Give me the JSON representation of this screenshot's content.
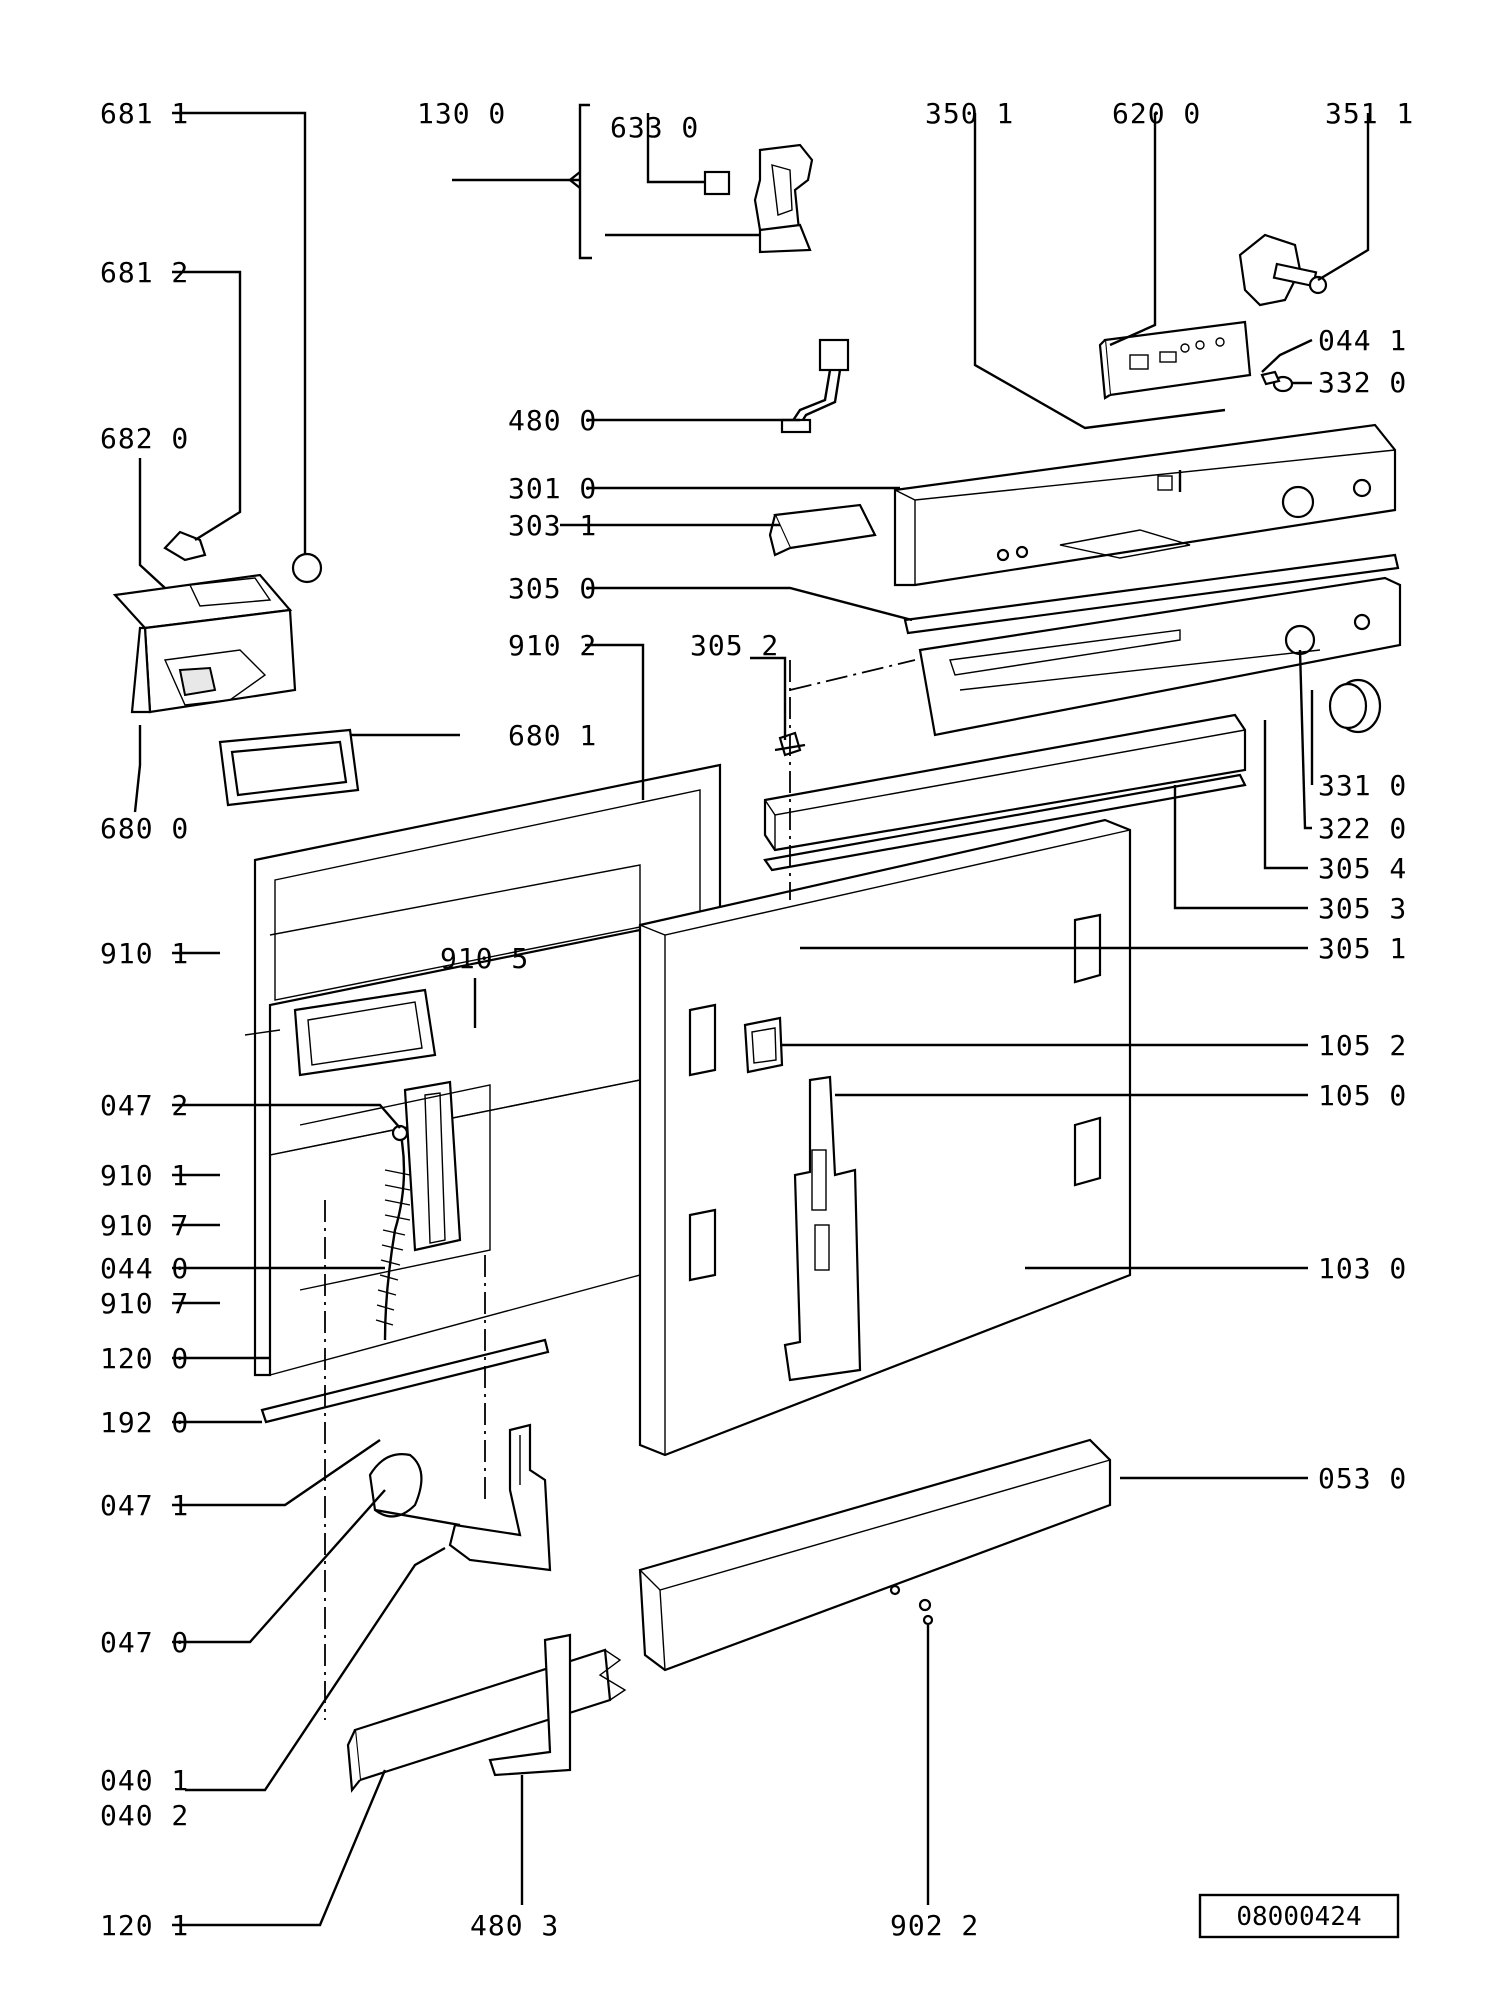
{
  "document": {
    "reference_code": "08000424"
  },
  "labels": {
    "p681_1": "681 1",
    "p130_0": "130 0",
    "p633_0": "633 0",
    "p350_1": "350 1",
    "p620_0": "620 0",
    "p351_1": "351 1",
    "p681_2": "681 2",
    "p044_1": "044 1",
    "p332_0": "332 0",
    "p480_0": "480 0",
    "p682_0": "682 0",
    "p301_0": "301 0",
    "p303_1": "303 1",
    "p305_0": "305 0",
    "p910_2": "910 2",
    "p305_2": "305 2",
    "p680_1": "680 1",
    "p331_0": "331 0",
    "p680_0": "680 0",
    "p322_0": "322 0",
    "p305_4": "305 4",
    "p305_3": "305 3",
    "p910_1a": "910 1",
    "p910_5": "910 5",
    "p305_1": "305 1",
    "p105_2": "105 2",
    "p047_2": "047 2",
    "p105_0": "105 0",
    "p910_1b": "910 1",
    "p910_7a": "910 7",
    "p044_0": "044 0",
    "p103_0": "103 0",
    "p910_7b": "910 7",
    "p120_0": "120 0",
    "p192_0": "192 0",
    "p053_0": "053 0",
    "p047_1": "047 1",
    "p047_0": "047 0",
    "p040_1": "040 1",
    "p040_2": "040 2",
    "p120_1": "120 1",
    "p480_3": "480 3",
    "p902_2": "902 2"
  }
}
